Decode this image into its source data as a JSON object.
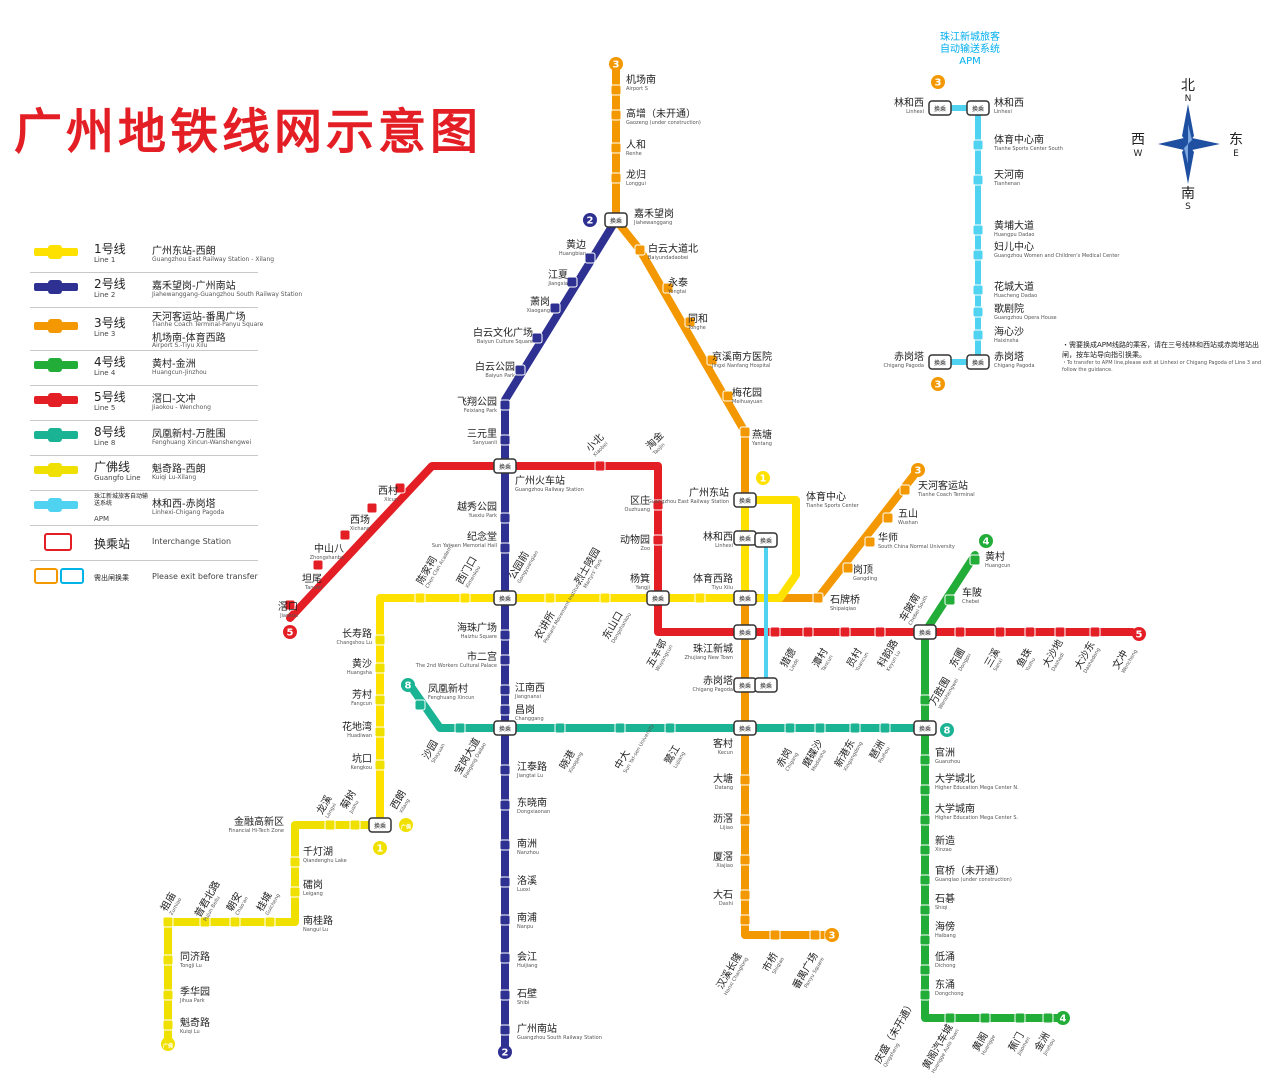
{
  "title": "广州地铁线网示意图",
  "compass": {
    "n": "北",
    "n_en": "N",
    "s": "南",
    "s_en": "S",
    "w": "西",
    "w_en": "W",
    "e": "东",
    "e_en": "E"
  },
  "colors": {
    "line1": "#ffe100",
    "line2": "#2e3192",
    "line3": "#f39800",
    "line4": "#22ac38",
    "line5": "#e31e24",
    "line8": "#1ab394",
    "guangfo": "#f0e000",
    "apm": "#4fd3f0"
  },
  "legend": [
    {
      "key": "line1",
      "name": "1号线",
      "name_en": "Line 1",
      "desc": "广州东站-西朗",
      "desc_en": "Guangzhou East Railway Station - Xilang"
    },
    {
      "key": "line2",
      "name": "2号线",
      "name_en": "Line 2",
      "desc": "嘉禾望岗-广州南站",
      "desc_en": "Jiahewanggang-Guangzhou South Railway Station"
    },
    {
      "key": "line3",
      "name": "3号线",
      "name_en": "Line 3",
      "desc": "天河客运站-番禺广场",
      "desc_en": "Tianhe Coach Terminal-Panyu Square",
      "desc2": "机场南-体育西路",
      "desc2_en": "Airport S.-Tiyu Xilu"
    },
    {
      "key": "line4",
      "name": "4号线",
      "name_en": "Line 4",
      "desc": "黄村-金洲",
      "desc_en": "Huangcun-Jinzhou"
    },
    {
      "key": "line5",
      "name": "5号线",
      "name_en": "Line 5",
      "desc": "滘口-文冲",
      "desc_en": "Jiaokou - Wenchong"
    },
    {
      "key": "line8",
      "name": "8号线",
      "name_en": "Line 8",
      "desc": "凤凰新村-万胜围",
      "desc_en": "Fenghuang Xincun-Wanshengwei"
    },
    {
      "key": "guangfo",
      "name": "广佛线",
      "name_en": "Guangfo Line",
      "desc": "魁奇路-西朗",
      "desc_en": "Kuiqi Lu-Xilang"
    },
    {
      "key": "apm",
      "name": "珠江新城旅客自动输送系统",
      "name_en": "APM",
      "desc": "林和西-赤岗塔",
      "desc_en": "Linhexi-Chigang Pagoda"
    },
    {
      "key": "xfer",
      "name": "换乘站",
      "name_en": "",
      "desc": "Interchange Station",
      "desc_en": ""
    },
    {
      "key": "exit",
      "name": "需出闸换乘",
      "name_en": "",
      "desc": "Please exit before transfer",
      "desc_en": ""
    }
  ],
  "xfer_tag": "换乘",
  "apm": {
    "title": [
      "珠江新城旅客",
      "自动输送系统",
      "APM"
    ],
    "note": "・需要换成APM线路的乘客，请在三号线林和西站或赤岗塔站出闸，按车站导向指引换乘。",
    "note_en": "・To transfer to APM line,please exit at Linhexi or Chigang Pagoda of Line 3 and follow the guidance."
  },
  "stations": {
    "s01": {
      "zh": "机场南",
      "en": "Airport S"
    },
    "s02": {
      "zh": "高增（未开通）",
      "en": "Gaozeng (under construction)"
    },
    "s03": {
      "zh": "人和",
      "en": "Renhe"
    },
    "s04": {
      "zh": "龙归",
      "en": "Longgui"
    },
    "s05": {
      "zh": "嘉禾望岗",
      "en": "Jiahewanggang"
    },
    "s06": {
      "zh": "黄边",
      "en": "Huangbian"
    },
    "s07": {
      "zh": "江夏",
      "en": "Jiangxia"
    },
    "s08": {
      "zh": "萧岗",
      "en": "Xiaogang"
    },
    "s09": {
      "zh": "白云文化广场",
      "en": "Baiyun Culture Square"
    },
    "s10": {
      "zh": "白云公园",
      "en": "Baiyun Park"
    },
    "s11": {
      "zh": "飞翔公园",
      "en": "Feixiang Park"
    },
    "s12": {
      "zh": "三元里",
      "en": "Sanyuanli"
    },
    "s13": {
      "zh": "广州火车站",
      "en": "Guangzhou Railway Station"
    },
    "s14": {
      "zh": "越秀公园",
      "en": "Yuexiu Park"
    },
    "s15": {
      "zh": "纪念堂",
      "en": "Sun Yat-sen Memorial Hall"
    },
    "s16": {
      "zh": "公园前",
      "en": "Gongyuanqian"
    },
    "s17": {
      "zh": "海珠广场",
      "en": "Haizhu Square"
    },
    "s18": {
      "zh": "市二宫",
      "en": "The 2nd Workers Cultural Palace"
    },
    "s19": {
      "zh": "江南西",
      "en": "Jiangnanxi"
    },
    "s20": {
      "zh": "昌岗",
      "en": "Changgang"
    },
    "s21": {
      "zh": "江泰路",
      "en": "Jiangtai Lu"
    },
    "s22": {
      "zh": "东晓南",
      "en": "Dongxiaonan"
    },
    "s23": {
      "zh": "南洲",
      "en": "Nanzhou"
    },
    "s24": {
      "zh": "洛溪",
      "en": "Luoxi"
    },
    "s25": {
      "zh": "南浦",
      "en": "Nanpu"
    },
    "s26": {
      "zh": "会江",
      "en": "Huijiang"
    },
    "s27": {
      "zh": "石壁",
      "en": "Shibi"
    },
    "s28": {
      "zh": "广州南站",
      "en": "Guangzhou South Railway Station"
    },
    "s29": {
      "zh": "白云大道北",
      "en": "Baiyundadaobei"
    },
    "s30": {
      "zh": "永泰",
      "en": "Yongtai"
    },
    "s31": {
      "zh": "同和",
      "en": "Tonghe"
    },
    "s32": {
      "zh": "京溪南方医院",
      "en": "Jingxi Nanfang Hospital"
    },
    "s33": {
      "zh": "梅花园",
      "en": "Meihuayuan"
    },
    "s34": {
      "zh": "燕塘",
      "en": "Yantang"
    },
    "s35": {
      "zh": "广州东站",
      "en": "Guangzhou East Railway Station"
    },
    "s36": {
      "zh": "林和西",
      "en": "Linhexi"
    },
    "s37": {
      "zh": "体育西路",
      "en": "Tiyu Xilu"
    },
    "s38": {
      "zh": "珠江新城",
      "en": "Zhujiang New Town"
    },
    "s39": {
      "zh": "赤岗塔",
      "en": "Chigang Pagoda"
    },
    "s40": {
      "zh": "客村",
      "en": "Kecun"
    },
    "s41": {
      "zh": "大塘",
      "en": "Datang"
    },
    "s42": {
      "zh": "沥滘",
      "en": "Lijiao"
    },
    "s43": {
      "zh": "厦滘",
      "en": "Xiajiao"
    },
    "s44": {
      "zh": "大石",
      "en": "Dashi"
    },
    "s45": {
      "zh": "汉溪长隆",
      "en": "Hanxi Changlong"
    },
    "s46": {
      "zh": "市桥",
      "en": "Shiqiao"
    },
    "s47": {
      "zh": "番禺广场",
      "en": "Panyu Square"
    },
    "s48": {
      "zh": "体育中心",
      "en": "Tianhe Sports Center"
    },
    "s49": {
      "zh": "天河客运站",
      "en": "Tianhe Coach Terminal"
    },
    "s50": {
      "zh": "五山",
      "en": "Wushan"
    },
    "s51": {
      "zh": "华师",
      "en": "South China Normal University"
    },
    "s52": {
      "zh": "岗顶",
      "en": "Gangding"
    },
    "s53": {
      "zh": "石牌桥",
      "en": "Shipaiqiao"
    },
    "s54": {
      "zh": "西村",
      "en": "Xicun"
    },
    "s55": {
      "zh": "西场",
      "en": "Xichang"
    },
    "s56": {
      "zh": "中山八",
      "en": "Zhongshanba"
    },
    "s57": {
      "zh": "坦尾",
      "en": "Tanwei"
    },
    "s58": {
      "zh": "滘口",
      "en": "Jiaokou"
    },
    "s59": {
      "zh": "小北",
      "en": "Xiaobei"
    },
    "s60": {
      "zh": "淘金",
      "en": "Taojin"
    },
    "s61": {
      "zh": "区庄",
      "en": "Ouzhuang"
    },
    "s62": {
      "zh": "动物园",
      "en": "Zoo"
    },
    "s63": {
      "zh": "杨箕",
      "en": "Yangji"
    },
    "s64": {
      "zh": "五羊邨",
      "en": "Wuyangcun"
    },
    "s65": {
      "zh": "猎德",
      "en": "Liede"
    },
    "s66": {
      "zh": "潭村",
      "en": "Tancun"
    },
    "s67": {
      "zh": "员村",
      "en": "Yuancun"
    },
    "s68": {
      "zh": "科韵路",
      "en": "Keyun Lu"
    },
    "s69": {
      "zh": "车陂南",
      "en": "Chebei South"
    },
    "s70": {
      "zh": "东圃",
      "en": "Dongpu"
    },
    "s71": {
      "zh": "三溪",
      "en": "Sanxi"
    },
    "s72": {
      "zh": "鱼珠",
      "en": "Yuzhu"
    },
    "s73": {
      "zh": "大沙地",
      "en": "Dashadi"
    },
    "s74": {
      "zh": "大沙东",
      "en": "Dashadong"
    },
    "s75": {
      "zh": "文冲",
      "en": "Wenchong"
    },
    "s76": {
      "zh": "黄村",
      "en": "Huangcun"
    },
    "s77": {
      "zh": "车陂",
      "en": "Chebei"
    },
    "s78": {
      "zh": "万胜围",
      "en": "Wanshengwei"
    },
    "s79": {
      "zh": "官洲",
      "en": "Guanzhou"
    },
    "s80": {
      "zh": "大学城北",
      "en": "Higher Education Mega Center N."
    },
    "s81": {
      "zh": "大学城南",
      "en": "Higher Education Mega Center S."
    },
    "s82": {
      "zh": "新造",
      "en": "Xinzao"
    },
    "s83": {
      "zh": "官桥（未开通）",
      "en": "Guanqiao (under construction)"
    },
    "s84": {
      "zh": "石碁",
      "en": "Shiqi"
    },
    "s85": {
      "zh": "海傍",
      "en": "Haibang"
    },
    "s86": {
      "zh": "低涌",
      "en": "Dichong"
    },
    "s87": {
      "zh": "东涌",
      "en": "Dongchong"
    },
    "s88": {
      "zh": "庆盛（未开通）",
      "en": "Qingsheng"
    },
    "s89": {
      "zh": "黄阁汽车城",
      "en": "Huangge Auto Town"
    },
    "s90": {
      "zh": "黄阁",
      "en": "Huangge"
    },
    "s91": {
      "zh": "蕉门",
      "en": "Jiaomen"
    },
    "s92": {
      "zh": "金洲",
      "en": "Jinzhou"
    },
    "s93": {
      "zh": "陈家祠",
      "en": "Chen Clan Academy"
    },
    "s94": {
      "zh": "西门口",
      "en": "Ximenkou"
    },
    "s95": {
      "zh": "农讲所",
      "en": "Peasant Movement Institute"
    },
    "s96": {
      "zh": "烈士陵园",
      "en": "Martyrs' Park"
    },
    "s97": {
      "zh": "东山口",
      "en": "Dongshankou"
    },
    "s98": {
      "zh": "长寿路",
      "en": "Changshou Lu"
    },
    "s99": {
      "zh": "黄沙",
      "en": "Huangsha"
    },
    "t01": {
      "zh": "芳村",
      "en": "Fangcun"
    },
    "t02": {
      "zh": "花地湾",
      "en": "Huadiwan"
    },
    "t03": {
      "zh": "坑口",
      "en": "Kengkou"
    },
    "t04": {
      "zh": "西朗",
      "en": "Xilang"
    },
    "t05": {
      "zh": "凤凰新村",
      "en": "Fenghuang Xincun"
    },
    "t06": {
      "zh": "沙园",
      "en": "Shayuan"
    },
    "t07": {
      "zh": "宝岗大道",
      "en": "Baogang Dadao"
    },
    "t08": {
      "zh": "晓港",
      "en": "Xiaogang"
    },
    "t09": {
      "zh": "中大",
      "en": "Sun Yat-sen University"
    },
    "t10": {
      "zh": "鹭江",
      "en": "Lujiang"
    },
    "t11": {
      "zh": "赤岗",
      "en": "Chigang"
    },
    "t12": {
      "zh": "磨碟沙",
      "en": "Modiesha"
    },
    "t13": {
      "zh": "新港东",
      "en": "Xingangdong"
    },
    "t14": {
      "zh": "琶洲",
      "en": "Pazhou"
    },
    "t15": {
      "zh": "龙溪",
      "en": "Longxi"
    },
    "t16": {
      "zh": "菊树",
      "en": "Jushu"
    },
    "t17": {
      "zh": "金融高新区",
      "en": "Financial Hi-Tech Zone"
    },
    "t18": {
      "zh": "千灯湖",
      "en": "Qiandenghu Lake"
    },
    "t19": {
      "zh": "礌岗",
      "en": "Leigang"
    },
    "t20": {
      "zh": "南桂路",
      "en": "Nangui Lu"
    },
    "t21": {
      "zh": "桂城",
      "en": "Guicheng"
    },
    "t22": {
      "zh": "朝安",
      "en": "Chao'an"
    },
    "t23": {
      "zh": "普君北路",
      "en": "Pujun Beilu"
    },
    "t24": {
      "zh": "祖庙",
      "en": "Zumiao"
    },
    "t25": {
      "zh": "同济路",
      "en": "Tongji Lu"
    },
    "t26": {
      "zh": "季华园",
      "en": "Jihua Park"
    },
    "t27": {
      "zh": "魁奇路",
      "en": "Kuiqi Lu"
    },
    "a01": {
      "zh": "林和西",
      "en": "Linhexi"
    },
    "a02": {
      "zh": "林和西",
      "en": "Linhexi"
    },
    "a03": {
      "zh": "体育中心南",
      "en": "Tianhe Sports Center South"
    },
    "a04": {
      "zh": "天河南",
      "en": "Tianhenan"
    },
    "a05": {
      "zh": "黄埔大道",
      "en": "Huangpu Dadao"
    },
    "a06": {
      "zh": "妇儿中心",
      "en": "Guangzhou Women and Children's Medical Center"
    },
    "a07": {
      "zh": "花城大道",
      "en": "Huacheng Dadao"
    },
    "a08": {
      "zh": "歌剧院",
      "en": "Guangzhou Opera House"
    },
    "a09": {
      "zh": "海心沙",
      "en": "Haixinsha"
    },
    "a10": {
      "zh": "赤岗塔",
      "en": "Chigang Pagoda"
    },
    "a11": {
      "zh": "赤岗塔",
      "en": "Chigang Pagoda"
    }
  },
  "line_badges": {
    "b3a": "3",
    "b2a": "2",
    "b1a": "1",
    "b3b": "3",
    "b3c": "3",
    "b4a": "4",
    "b5a": "5",
    "b5b": "5",
    "b8a": "8",
    "b8b": "8",
    "b2b": "2",
    "b3d": "3",
    "b4b": "4",
    "bgfa": "1",
    "bgfb": "广佛",
    "bgfc": "广佛",
    "b3apm1": "3",
    "b3apm2": "3"
  }
}
